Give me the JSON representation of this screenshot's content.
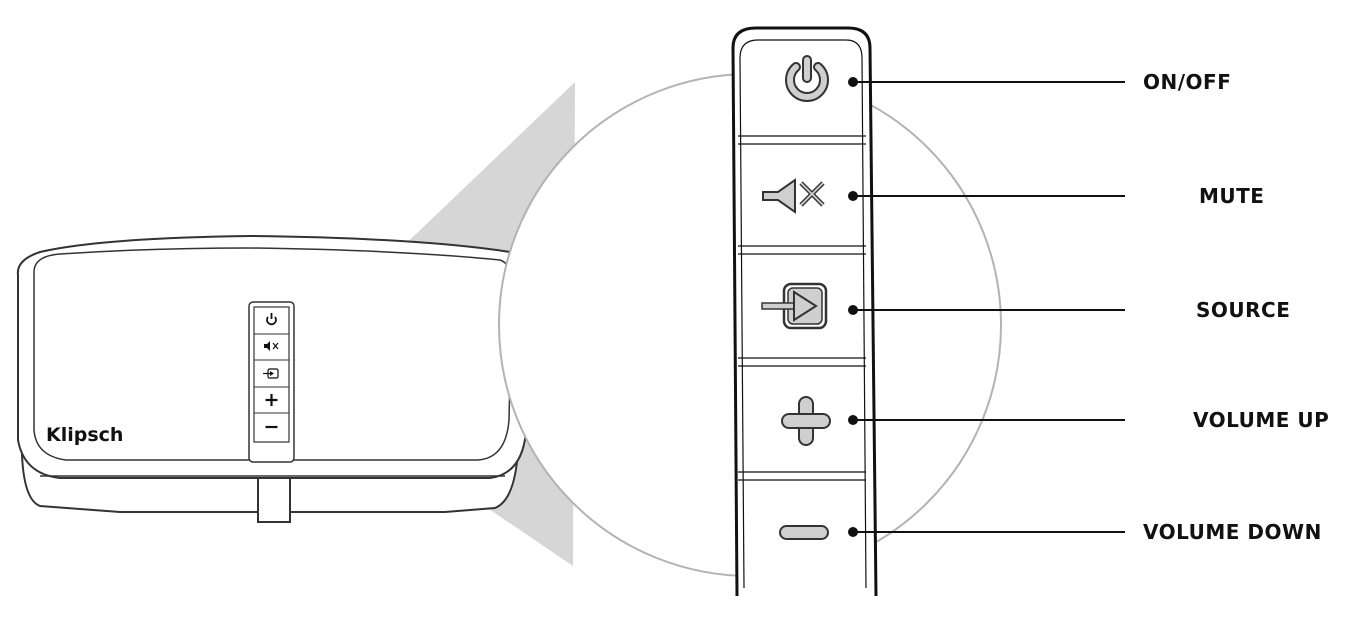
{
  "brand": {
    "logo_text": "Klipsch"
  },
  "control_panel": {
    "buttons": [
      {
        "id": "power",
        "label": "ON/OFF",
        "icon": "power-icon"
      },
      {
        "id": "mute",
        "label": "MUTE",
        "icon": "mute-icon"
      },
      {
        "id": "source",
        "label": "SOURCE",
        "icon": "source-input-icon"
      },
      {
        "id": "volume_up",
        "label": "VOLUME UP",
        "icon": "plus-icon"
      },
      {
        "id": "volume_down",
        "label": "VOLUME DOWN",
        "icon": "minus-icon"
      }
    ]
  },
  "colors": {
    "line": "#111111",
    "icon_fill": "#cfcfcf",
    "magnify_cone": "#d6d6d6",
    "circle_edge": "#b3b3b3",
    "device_edge": "#333333"
  }
}
